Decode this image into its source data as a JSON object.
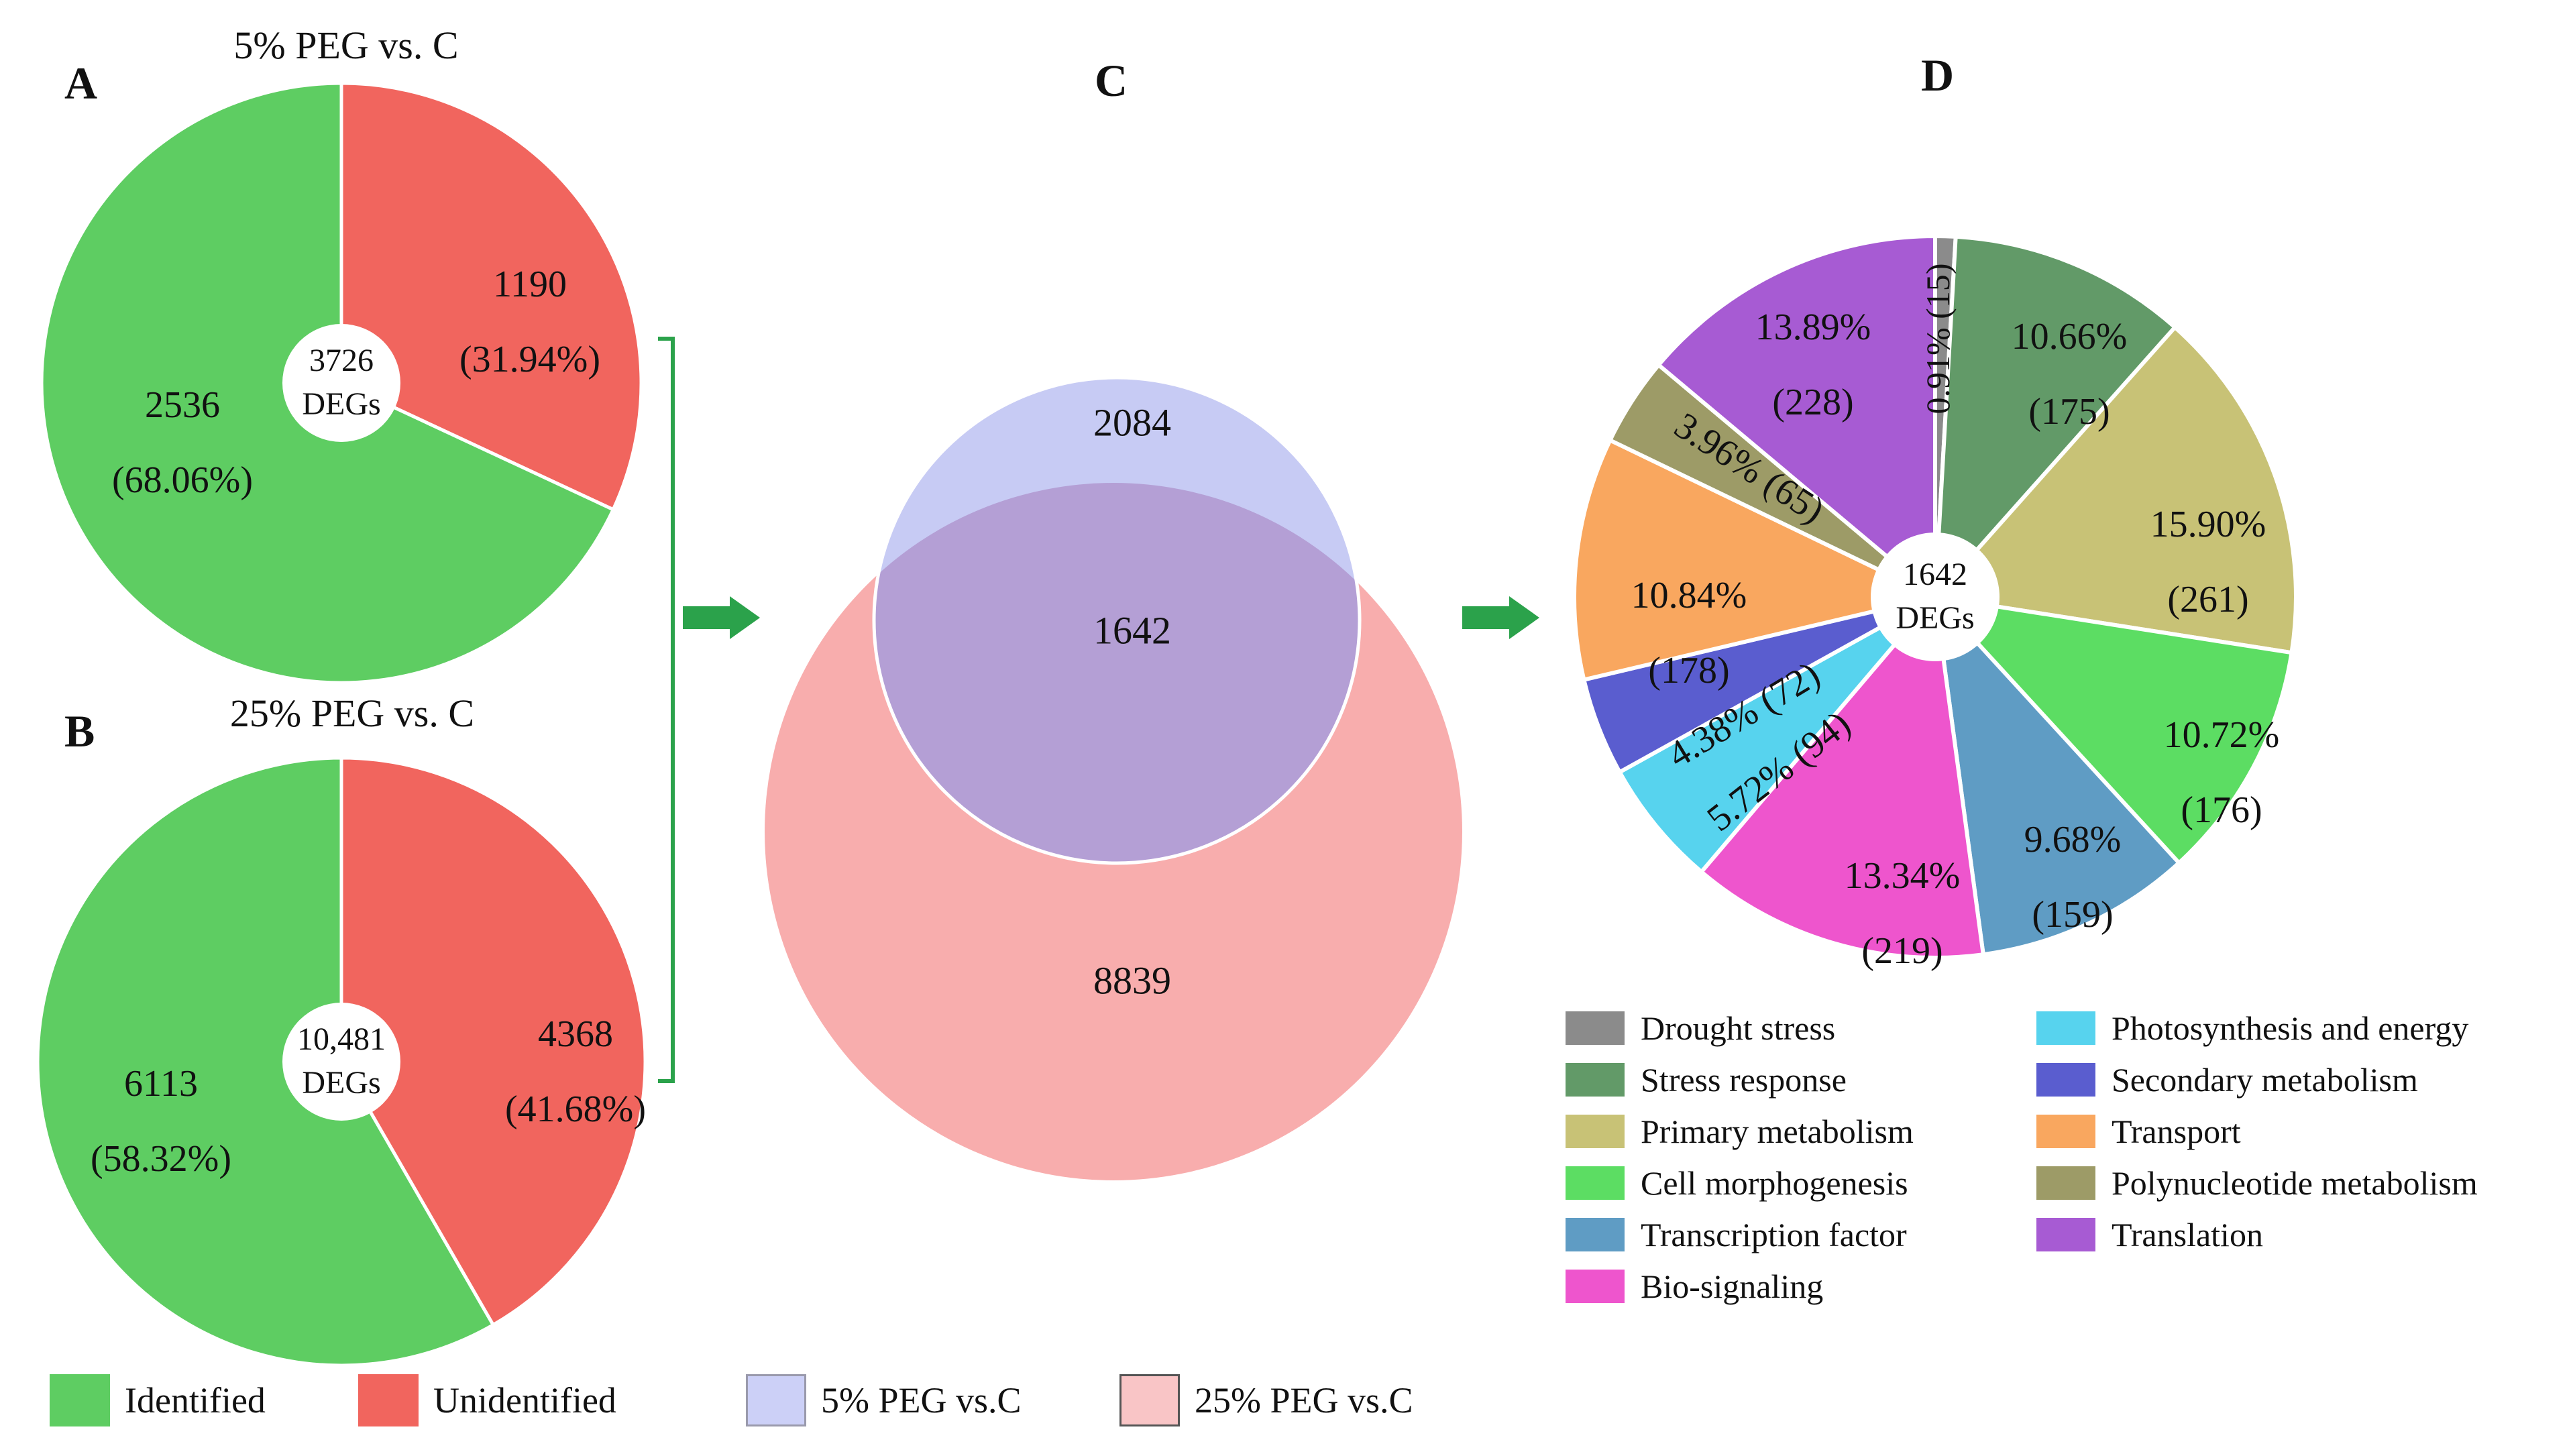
{
  "panels": {
    "a": {
      "letter": "A",
      "title": "5% PEG vs. C"
    },
    "b": {
      "letter": "B",
      "title": "25% PEG vs. C"
    },
    "c": {
      "letter": "C"
    },
    "d": {
      "letter": "D"
    }
  },
  "colors": {
    "identified_green": "#5ecd62",
    "unidentified_red": "#f1655e",
    "arrow_green": "#2ba24b",
    "venn_blue": "#c7cbf4",
    "venn_pink": "#f8adad",
    "venn_overlap": "#b49fd5"
  },
  "chart_data": [
    {
      "id": "pieA",
      "type": "pie",
      "title": "5% PEG vs. C",
      "center": {
        "value": "3726",
        "unit": "DEGs"
      },
      "slices": [
        {
          "label": "Unidentified",
          "value": "1190",
          "pct": 31.94,
          "color": "#f1655e"
        },
        {
          "label": "Identified",
          "value": "2536",
          "pct": 68.06,
          "color": "#5ecd62"
        }
      ]
    },
    {
      "id": "pieB",
      "type": "pie",
      "title": "25% PEG vs. C",
      "center": {
        "value": "10,481",
        "unit": "DEGs"
      },
      "slices": [
        {
          "label": "Unidentified",
          "value": "4368",
          "pct": 41.68,
          "color": "#f1655e"
        },
        {
          "label": "Identified",
          "value": "6113",
          "pct": 58.32,
          "color": "#5ecd62"
        }
      ]
    },
    {
      "id": "vennC",
      "type": "venn",
      "regions": [
        {
          "label": "5% PEG vs.C only",
          "value": "2084"
        },
        {
          "label": "overlap",
          "value": "1642"
        },
        {
          "label": "25% PEG vs.C only",
          "value": "8839"
        }
      ],
      "set_colors": {
        "blue": "#c7cbf4",
        "pink": "#f8adad",
        "overlap": "#b49fd5"
      }
    },
    {
      "id": "pieD",
      "type": "pie",
      "center": {
        "value": "1642",
        "unit": "DEGs"
      },
      "slices": [
        {
          "label": "Drought stress",
          "pct": 0.91,
          "count": 15,
          "color": "#8b8b8b"
        },
        {
          "label": "Stress response",
          "pct": 10.66,
          "count": 175,
          "color": "#629a68"
        },
        {
          "label": "Primary metabolism",
          "pct": 15.9,
          "count": 261,
          "color": "#c8c276"
        },
        {
          "label": "Cell morphogenesis",
          "pct": 10.72,
          "count": 176,
          "color": "#5cdd63"
        },
        {
          "label": "Transcription factor",
          "pct": 9.68,
          "count": 159,
          "color": "#5f9cc4"
        },
        {
          "label": "Bio-signaling",
          "pct": 13.34,
          "count": 219,
          "color": "#ee55cd"
        },
        {
          "label": "Photosynthesis and energy",
          "pct": 5.72,
          "count": 94,
          "color": "#57d3ee"
        },
        {
          "label": "Secondary metabolism",
          "pct": 4.38,
          "count": 72,
          "color": "#5a5dcf"
        },
        {
          "label": "Transport",
          "pct": 10.84,
          "count": 178,
          "color": "#f9a75f"
        },
        {
          "label": "Polynucleotide metabolism",
          "pct": 3.96,
          "count": 65,
          "color": "#9d9b67"
        },
        {
          "label": "Translation",
          "pct": 13.89,
          "count": 228,
          "color": "#a75bd3"
        }
      ]
    }
  ],
  "legend_d": {
    "col1": [
      {
        "label": "Drought stress",
        "color": "#8b8b8b"
      },
      {
        "label": "Stress response",
        "color": "#629a68"
      },
      {
        "label": "Primary metabolism",
        "color": "#c8c276"
      },
      {
        "label": "Cell morphogenesis",
        "color": "#5cdd63"
      },
      {
        "label": "Transcription factor",
        "color": "#5f9cc4"
      },
      {
        "label": "Bio-signaling",
        "color": "#ee55cd"
      }
    ],
    "col2": [
      {
        "label": "Photosynthesis and energy",
        "color": "#57d3ee"
      },
      {
        "label": "Secondary metabolism",
        "color": "#5a5dcf"
      },
      {
        "label": "Transport",
        "color": "#f9a75f"
      },
      {
        "label": "Polynucleotide metabolism",
        "color": "#9d9b67"
      },
      {
        "label": "Translation",
        "color": "#a75bd3"
      }
    ]
  },
  "legend_bottom": [
    {
      "label": "Identified",
      "color": "#5ecd62",
      "border": ""
    },
    {
      "label": "Unidentified",
      "color": "#f1655e",
      "border": ""
    },
    {
      "label": "5% PEG vs.C",
      "color": "#ccd0f7",
      "border": "#9a9aac"
    },
    {
      "label": "25% PEG vs.C",
      "color": "#f9c5c6",
      "border": "#555555"
    }
  ]
}
